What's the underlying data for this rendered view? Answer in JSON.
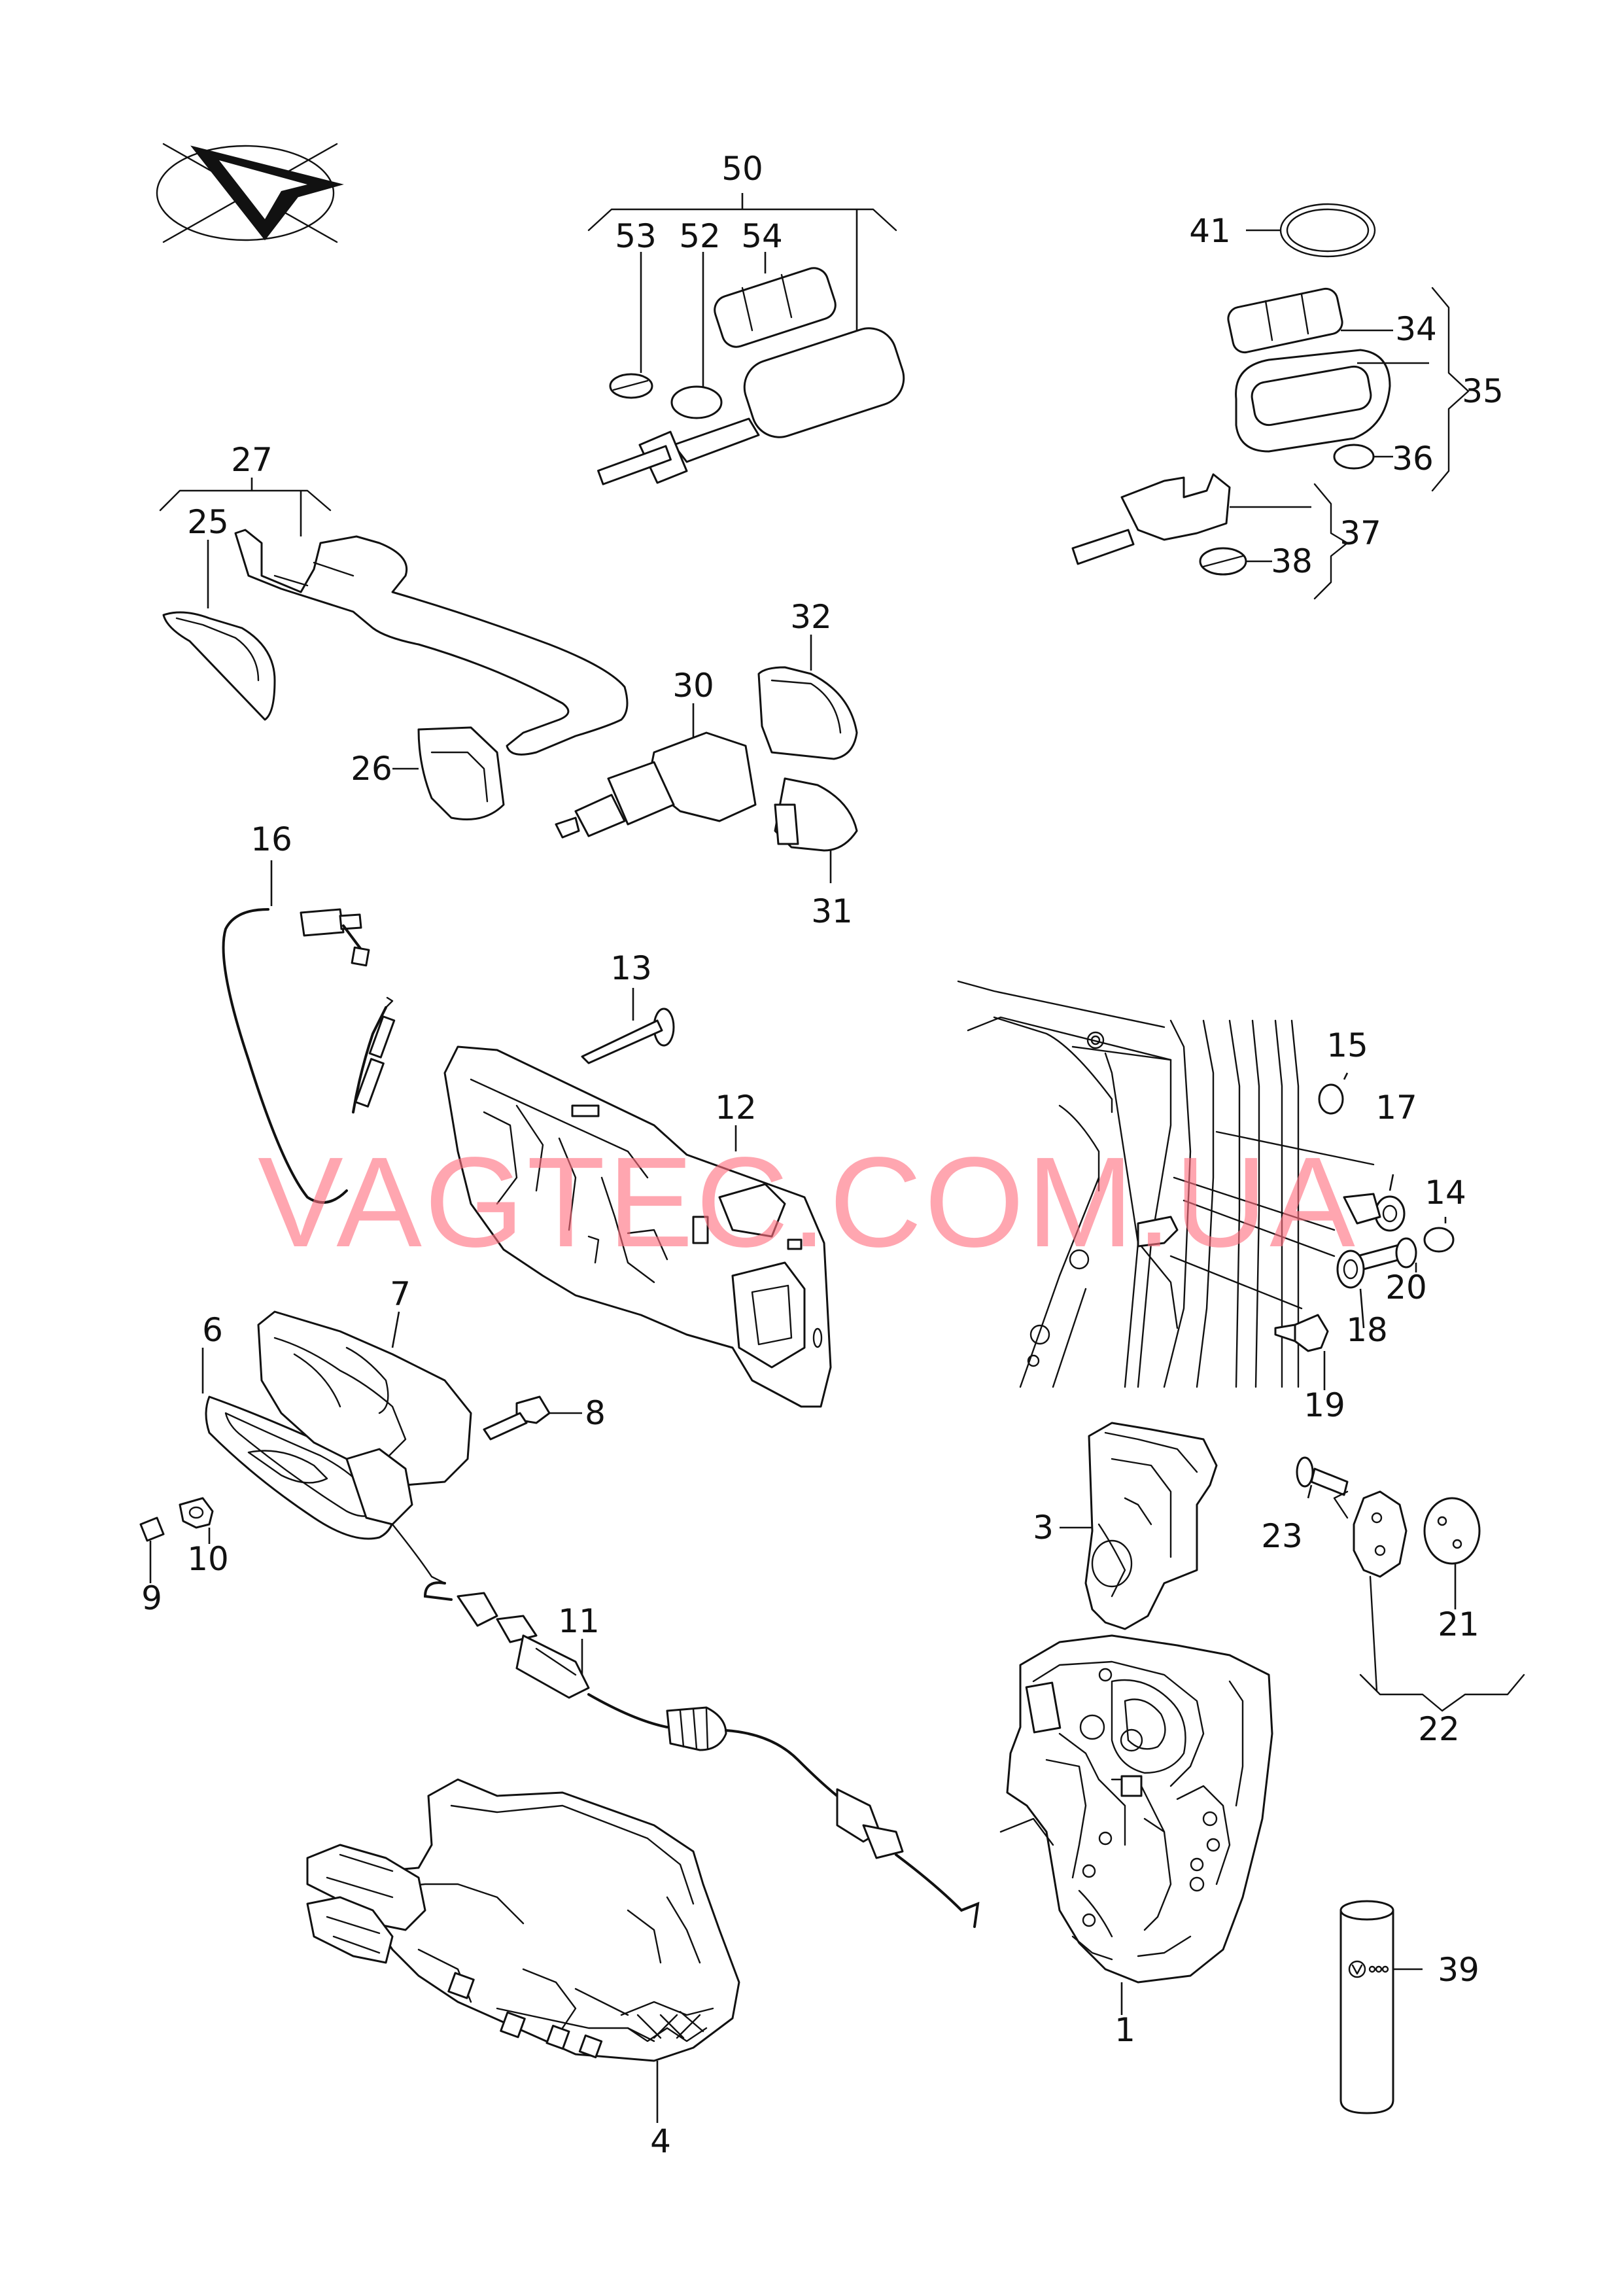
{
  "watermark": "VAGTEC.COM.UA",
  "colors": {
    "line": "#111111",
    "watermark": "#ff6f7f",
    "background": "#ffffff"
  },
  "icons": {
    "orientation": "view-direction-arrow-icon",
    "vw_logo": "vw-logo-icon"
  },
  "callouts": [
    "1",
    "3",
    "4",
    "6",
    "7",
    "8",
    "9",
    "10",
    "11",
    "12",
    "13",
    "14",
    "15",
    "16",
    "17",
    "18",
    "19",
    "20",
    "21",
    "22",
    "23",
    "25",
    "26",
    "27",
    "30",
    "31",
    "32",
    "34",
    "35",
    "36",
    "37",
    "38",
    "39",
    "41",
    "50",
    "52",
    "53",
    "54"
  ]
}
